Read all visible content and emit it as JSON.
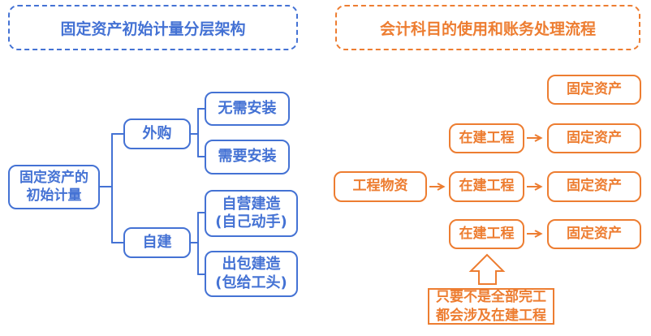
{
  "left_panel": {
    "title": "固定资产初始计量分层架构",
    "accent_color": "#4472d4",
    "root": "固定资产的\n初始计量",
    "level1": [
      {
        "label": "外购"
      },
      {
        "label": "自建"
      }
    ],
    "leaves": [
      {
        "label": "无需安装",
        "parent": "外购"
      },
      {
        "label": "需要安装",
        "parent": "外购"
      },
      {
        "label": "自营建造\n(自己动手)",
        "parent": "自建"
      },
      {
        "label": "出包建造\n(包给工头)",
        "parent": "自建"
      }
    ]
  },
  "right_panel": {
    "title": "会计科目的使用和账务处理流程",
    "accent_color": "#ed7d31",
    "rows": [
      {
        "cells": [
          "固定资产"
        ]
      },
      {
        "cells": [
          "在建工程",
          "固定资产"
        ]
      },
      {
        "cells": [
          "工程物资",
          "在建工程",
          "固定资产"
        ]
      },
      {
        "cells": [
          "在建工程",
          "固定资产"
        ]
      }
    ],
    "note": "只要不是全部完工\n都会涉及在建工程"
  }
}
